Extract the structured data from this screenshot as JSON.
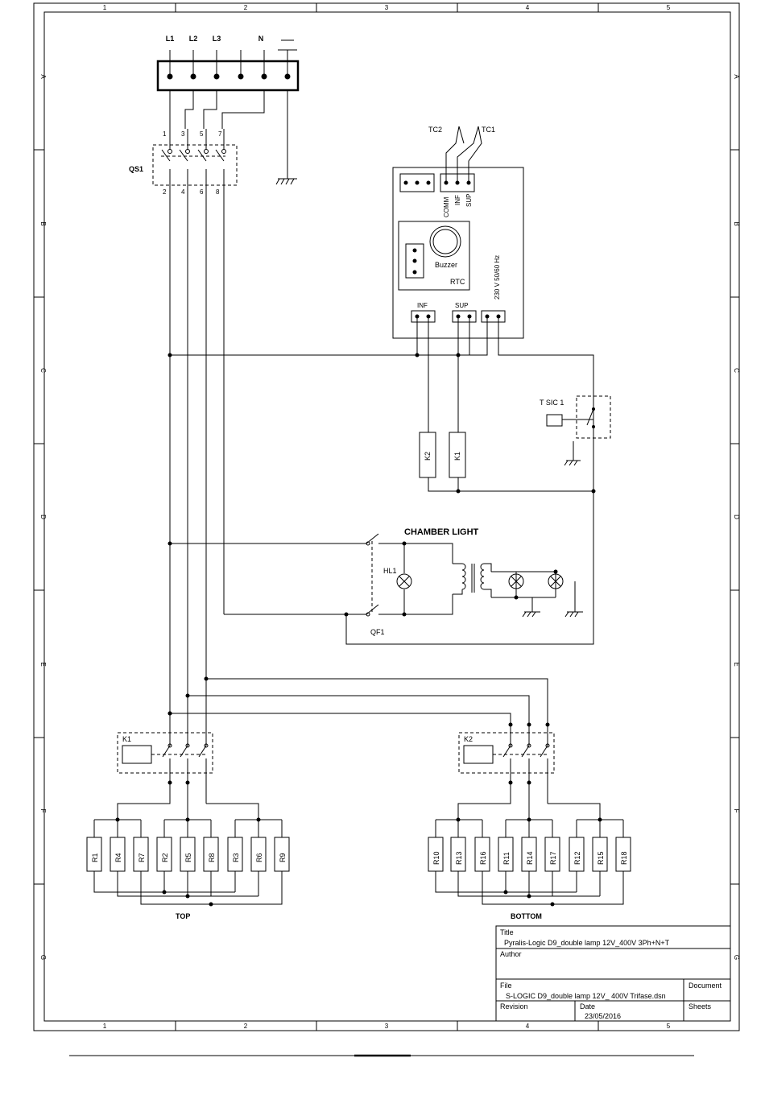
{
  "frame": {
    "columns": [
      "1",
      "2",
      "3",
      "4",
      "5"
    ],
    "rows": [
      "A",
      "B",
      "C",
      "D",
      "E",
      "F",
      "G"
    ]
  },
  "terminals": {
    "labels": [
      "L1",
      "L2",
      "L3",
      "N",
      "⏚"
    ]
  },
  "qs1": {
    "label": "QS1",
    "top_pins": [
      "1",
      "3",
      "5",
      "7"
    ],
    "bottom_pins": [
      "2",
      "4",
      "6",
      "8"
    ]
  },
  "controller": {
    "thermocouples": [
      "TC2",
      "TC1"
    ],
    "probe_pins": [
      "COMM",
      "INF",
      "SUP"
    ],
    "buzzer": "Buzzer",
    "rtc": "RTC",
    "supply": "230 V 50/60 Hz",
    "out_inf": "INF",
    "out_sup": "SUP"
  },
  "tsic": {
    "label": "T SIC 1"
  },
  "coils": [
    "K2",
    "K1"
  ],
  "chamber_light": {
    "title": "CHAMBER LIGHT",
    "lamp": "HL1",
    "breaker": "QF1"
  },
  "contactors": {
    "top": "K1",
    "bottom": "K2"
  },
  "resistors": {
    "top": [
      "R1",
      "R4",
      "R7",
      "R2",
      "R5",
      "R8",
      "R3",
      "R6",
      "R9"
    ],
    "bottom": [
      "R10",
      "R13",
      "R16",
      "R11",
      "R14",
      "R17",
      "R12",
      "R15",
      "R18"
    ]
  },
  "groups": {
    "top": "TOP",
    "bottom": "BOTTOM"
  },
  "title_block": {
    "title_label": "Title",
    "title_value": "Pyralis-Logic D9_double lamp 12V_400V 3Ph+N+T",
    "author_label": "Author",
    "file_label": "File",
    "file_value": "S-LOGIC D9_double lamp 12V_ 400V Trifase.dsn",
    "document_label": "Document",
    "revision_label": "Revision",
    "date_label": "Date",
    "date_value": "23/05/2016",
    "sheets_label": "Sheets"
  }
}
